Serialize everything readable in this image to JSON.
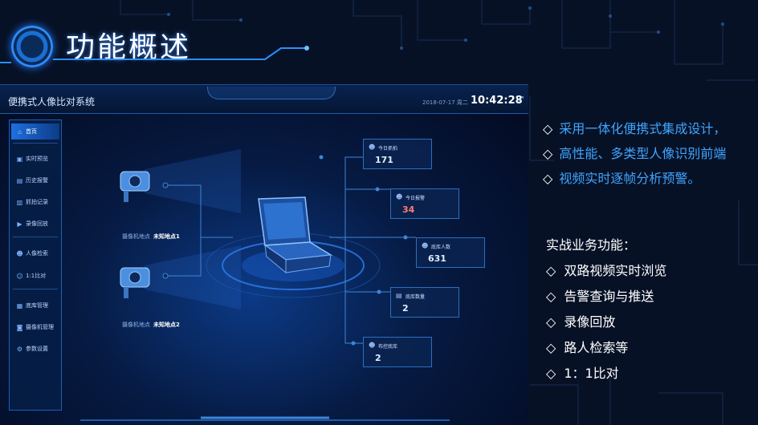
{
  "slide": {
    "title": "功能概述"
  },
  "app": {
    "title": "便携式人像比对系统",
    "date": "2018-07-17  周二",
    "time": "10:42:28",
    "fullscreen_icon": "expand-icon"
  },
  "sidebar": {
    "items": [
      {
        "label": "首页",
        "icon": "home-icon",
        "active": true
      },
      {
        "label": "实时预览",
        "icon": "monitor-icon"
      },
      {
        "label": "历史报警",
        "icon": "history-icon"
      },
      {
        "label": "抓拍记录",
        "icon": "camera-record-icon"
      },
      {
        "label": "录像回放",
        "icon": "playback-icon"
      },
      {
        "label": "人像检索",
        "icon": "person-search-icon"
      },
      {
        "label": "1:1比对",
        "icon": "compare-icon"
      },
      {
        "label": "底库管理",
        "icon": "library-icon"
      },
      {
        "label": "摄像机管理",
        "icon": "camera-manage-icon"
      },
      {
        "label": "参数设置",
        "icon": "settings-icon"
      }
    ]
  },
  "cameras": [
    {
      "label": "摄像机地点",
      "name": "未知地点1"
    },
    {
      "label": "摄像机地点",
      "name": "未知地点2"
    }
  ],
  "stats": [
    {
      "label": "今日抓拍",
      "value": "171",
      "icon": "person-icon"
    },
    {
      "label": "今日报警",
      "value": "34",
      "icon": "alarm-icon",
      "alert": true
    },
    {
      "label": "底库人数",
      "value": "631",
      "icon": "users-icon"
    },
    {
      "label": "底库数量",
      "value": "2",
      "icon": "database-icon"
    },
    {
      "label": "布控底库",
      "value": "2",
      "icon": "deploy-icon"
    }
  ],
  "features": [
    "采用一体化便携式集成设计，",
    "高性能、多类型人像识别前端",
    "视频实时逐帧分析预警。"
  ],
  "business": {
    "title": "实战业务功能：",
    "items": [
      "双路视频实时浏览",
      "告警查询与推送",
      "录像回放",
      "路人检索等",
      "1：1比对"
    ]
  },
  "colors": {
    "accent": "#3fa5ff",
    "background": "#071126",
    "alert": "#ff7b7b"
  }
}
